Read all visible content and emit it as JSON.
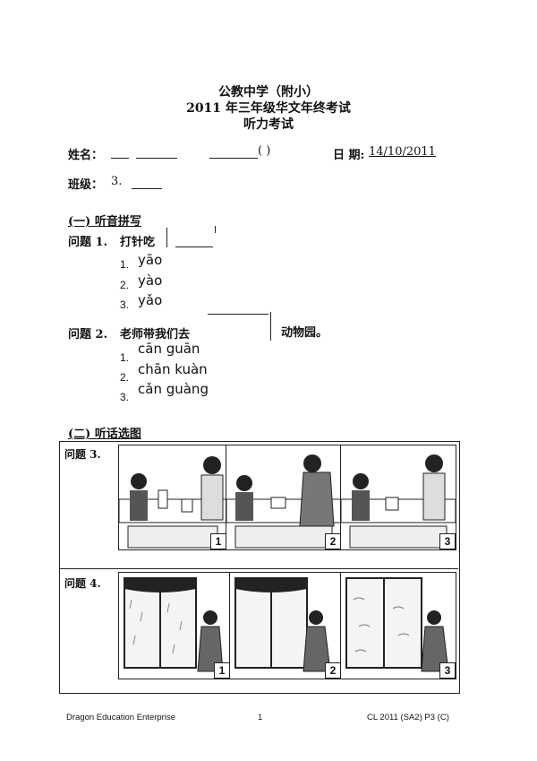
{
  "header": {
    "school": "公教中学（附小）",
    "exam": "2011 年三年级华文年终考试",
    "paper": "听力考试"
  },
  "info": {
    "name_label": "姓名：",
    "name_paren": "(    )",
    "date_label": "日 期:",
    "date_value": "14/10/2011",
    "class_label": "班级：",
    "class_value": "3."
  },
  "section1": {
    "title": "(一)  听音拼写",
    "q1": {
      "label": "问题 1.",
      "text": "打针吃",
      "options": [
        {
          "num": "1.",
          "pinyin": "yāo"
        },
        {
          "num": "2.",
          "pinyin": "yào"
        },
        {
          "num": "3.",
          "pinyin": "yǎo"
        }
      ]
    },
    "q2": {
      "label": "问题 2.",
      "text": "老师带我们去",
      "after": "动物园。",
      "options": [
        {
          "num": "1.",
          "pinyin": "cān guān"
        },
        {
          "num": "2.",
          "pinyin": "chān  kuàn"
        },
        {
          "num": "3.",
          "pinyin": "cǎn guàng"
        }
      ]
    }
  },
  "section2": {
    "title": "(二)  听话选图",
    "q3": {
      "label": "问题 3.",
      "panels": [
        "1",
        "2",
        "3"
      ]
    },
    "q4": {
      "label": "问题 4.",
      "panels": [
        "1",
        "2",
        "3"
      ]
    }
  },
  "footer": {
    "left": "Dragon Education Enterprise",
    "center": "1",
    "right": "CL 2011 (SA2) P3 (C)"
  }
}
